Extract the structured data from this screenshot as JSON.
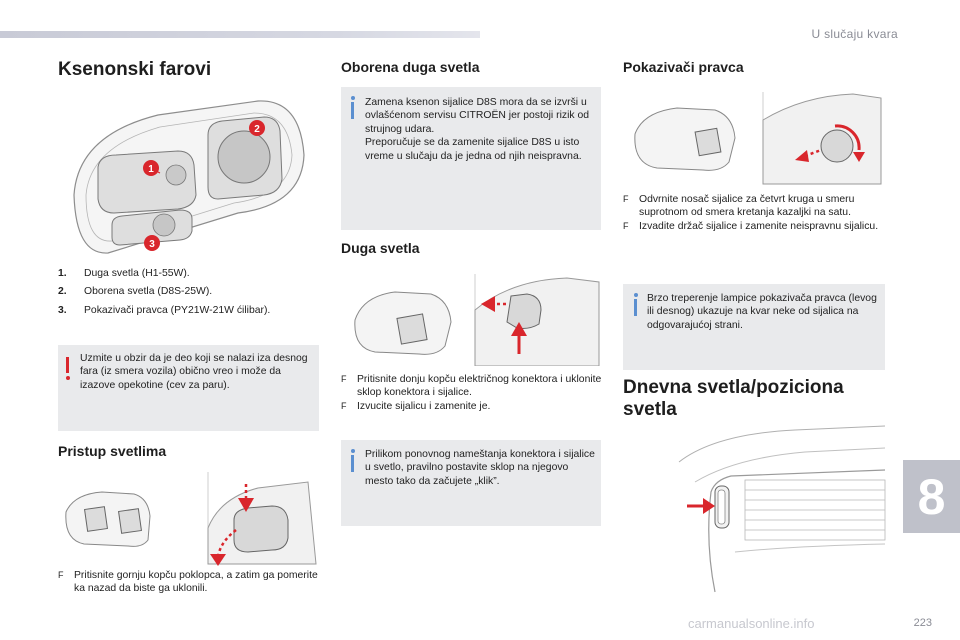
{
  "header": {
    "section_title": "U slučaju kvara"
  },
  "col1": {
    "title": "Ksenonski farovi",
    "items": [
      {
        "num": "1.",
        "text": "Duga svetla (H1-55W)."
      },
      {
        "num": "2.",
        "text": "Oborena svetla (D8S-25W)."
      },
      {
        "num": "3.",
        "text": "Pokazivači pravca (PY21W-21W ćilibar)."
      }
    ],
    "warning": "Uzmite u obzir da je deo koji se nalazi iza desnog fara (iz smera vozila) obično vreo i može da izazove opekotine (cev za paru).",
    "access_title": "Pristup svetlima",
    "access_step": "Pritisnite gornju kopču poklopca, a zatim ga pomerite ka nazad da biste ga uklonili."
  },
  "col2": {
    "title": "Oborena duga svetla",
    "info": "Zamena ksenon sijalice D8S mora da se izvrši u ovlašćenom servisu CITROËN jer postoji rizik od strujnog udara.\nPreporučuje se da zamenite sijalice D8S u isto vreme u slučaju da je jedna od njih neispravna.",
    "high_title": "Duga svetla",
    "steps": [
      "Pritisnite donju kopču električnog konektora i uklonite sklop konektora i sijalice.",
      "Izvucite sijalicu i zamenite je."
    ],
    "info2": "Prilikom ponovnog nameštanja konektora i sijalice u svetlo, pravilno postavite sklop na njegovo mesto tako da začujete „klik”."
  },
  "col3": {
    "title": "Pokazivači pravca",
    "steps": [
      "Odvrnite nosač sijalice za četvrt kruga u smeru suprotnom od smera kretanja kazaljki na satu.",
      "Izvadite držač sijalice i zamenite neispravnu sijalicu."
    ],
    "info": "Brzo treperenje lampice pokazivača pravca (levog ili desnog) ukazuje na kvar neke od sijalica na odgovarajućoj strani.",
    "drl_title": "Dnevna svetla/poziciona svetla"
  },
  "callouts": [
    "1",
    "2",
    "3"
  ],
  "chapter_number": "8",
  "page_number": "223",
  "watermark": "carmanualsonline.info",
  "bullet_glyph": "F",
  "icons": {
    "info": "info-icon",
    "warning": "warning-icon"
  },
  "colors": {
    "accent_red": "#d9262c",
    "info_blue": "#5b8fd0",
    "box_gray": "#e9eaec",
    "chapter_gray": "#bfc1ca"
  }
}
